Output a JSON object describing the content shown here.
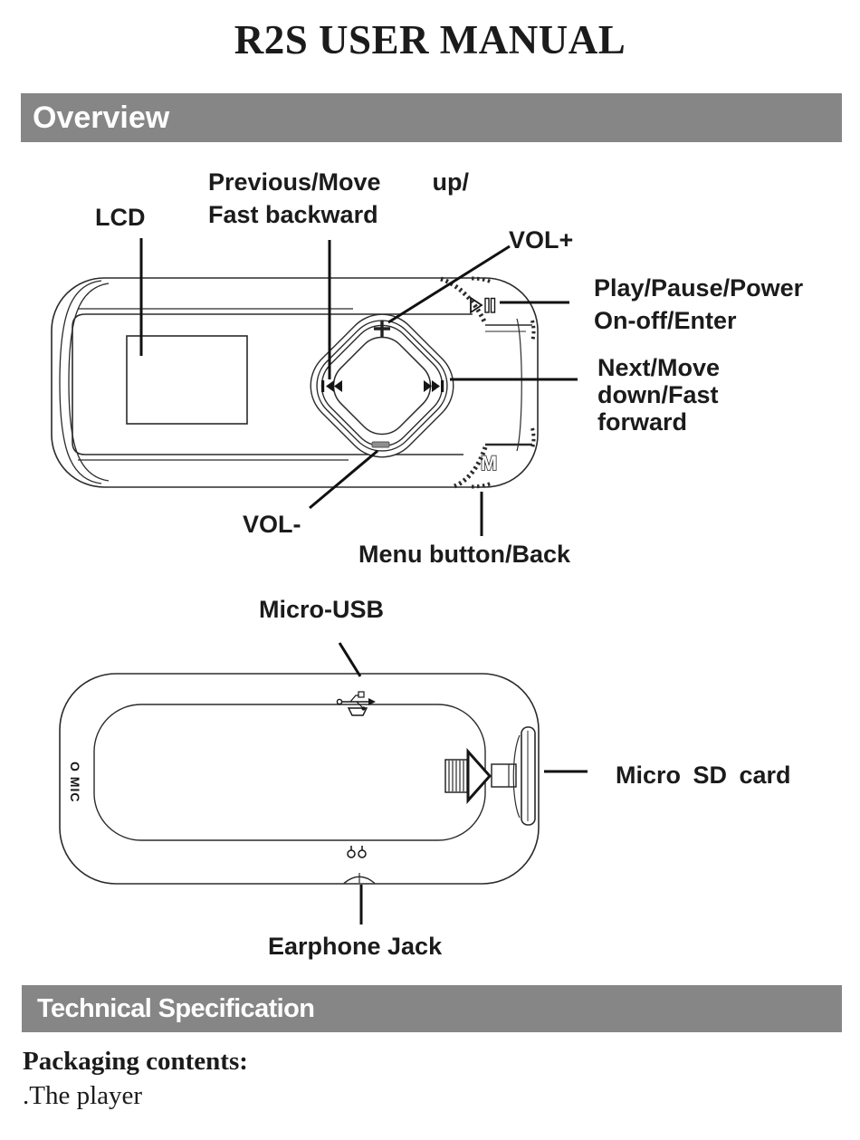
{
  "title": "R2S USER MANUAL",
  "banners": {
    "overview": "Overview",
    "technical_specification": "Technical Specification"
  },
  "front_view": {
    "labels": {
      "lcd": "LCD",
      "previous_word1": "Previous/Move",
      "previous_word2": "up/",
      "previous_line2": "Fast backward",
      "vol_plus": "VOL+",
      "play_line1": "Play/Pause/Power",
      "play_line2": "On-off/Enter",
      "next_line1": "Next/Move",
      "next_line2": "down/Fast",
      "next_line3": "forward",
      "vol_minus": "VOL-",
      "menu": "Menu button/Back"
    },
    "glyphs": {
      "menu_button": "M"
    }
  },
  "back_view": {
    "labels": {
      "micro_usb": "Micro-USB",
      "micro_sd_card": "Micro SD card",
      "earphone_jack": "Earphone Jack"
    },
    "engraving": {
      "mic": "O MIC"
    }
  },
  "packaging": {
    "heading": "Packaging contents:",
    "item_1": ".The player"
  },
  "colors": {
    "banner_bg": "#868686",
    "banner_text": "#ffffff",
    "ink": "#1b1b1b"
  }
}
